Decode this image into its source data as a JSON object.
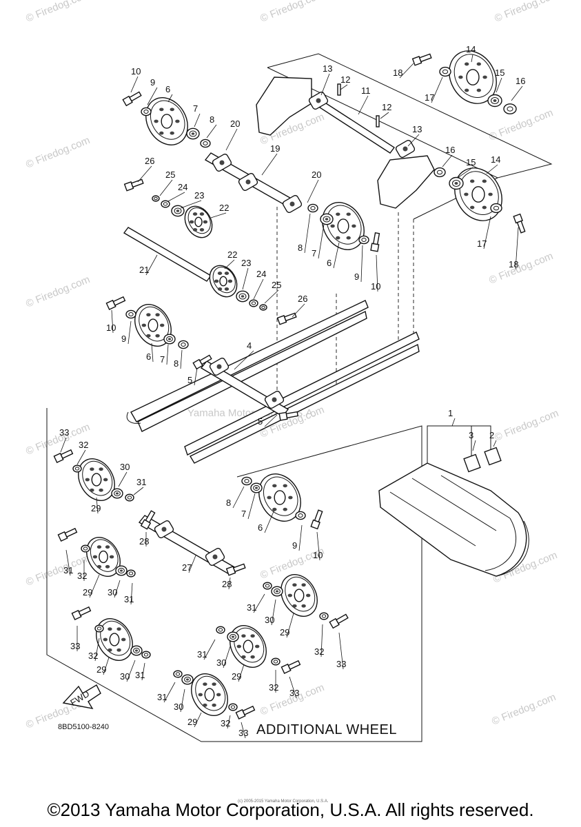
{
  "diagram": {
    "copyright_footer": "©2013 Yamaha Motor Corporation, U.S.A. All rights reserved.",
    "tiny_credit": "(c) 2005-2015 Yamaha Motor Corporation, U.S.A.",
    "center_watermark": "Yamaha Motor Corp, U.S.A.",
    "watermark_text": "© Firedog.com",
    "section_title": "ADDITIONAL WHEEL",
    "part_code": "8BD5100-8240",
    "fwd_label": "FWD",
    "callouts": [
      "1",
      "2",
      "3",
      "4",
      "5",
      "6",
      "7",
      "8",
      "9",
      "10",
      "11",
      "12",
      "13",
      "14",
      "15",
      "16",
      "17",
      "18",
      "19",
      "20",
      "21",
      "22",
      "23",
      "24",
      "25",
      "26",
      "27",
      "28",
      "29",
      "30",
      "31",
      "32",
      "33"
    ]
  }
}
